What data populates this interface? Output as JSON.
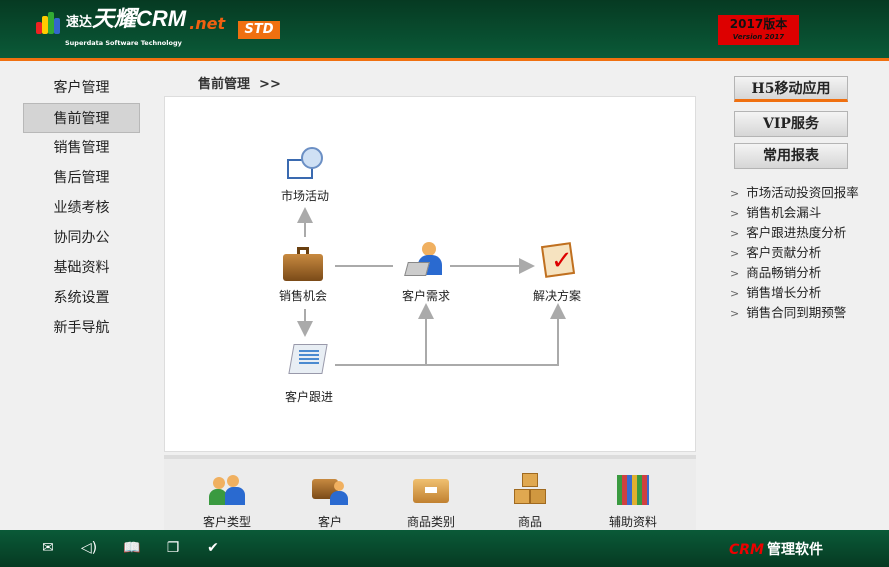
{
  "header": {
    "logo_cn": "速达",
    "logo_main": "天耀CRM",
    ".net": ".net",
    "logo_net": ".net",
    "logo_sub": "Superdata Software Technology",
    "edition": "STD",
    "version_line1": "2017版本",
    "version_line2": "Version 2017"
  },
  "nav": [
    "客户管理",
    "售前管理",
    "销售管理",
    "售后管理",
    "业绩考核",
    "协同办公",
    "基础资料",
    "系统设置",
    "新手导航"
  ],
  "breadcrumb": "售前管理  >>",
  "flow": {
    "market": "市场活动",
    "opportunity": "销售机会",
    "demand": "客户需求",
    "solution": "解决方案",
    "followup": "客户跟进"
  },
  "shortcuts": [
    "客户类型",
    "客户",
    "商品类别",
    "商品",
    "辅助资料"
  ],
  "right": {
    "buttons": [
      "H5移动应用",
      "VIP服务",
      "常用报表"
    ],
    "reports": [
      "市场活动投资回报率",
      "销售机会漏斗",
      "客户跟进热度分析",
      "客户贡献分析",
      "商品畅销分析",
      "销售增长分析",
      "销售合同到期预警"
    ],
    "chevron": ">"
  },
  "footer": {
    "brand_red": "CRM",
    "brand_text": "管理软件",
    "icons": [
      "mail-icon",
      "volume-icon",
      "book-icon",
      "copy-icon",
      "check-icon"
    ]
  }
}
